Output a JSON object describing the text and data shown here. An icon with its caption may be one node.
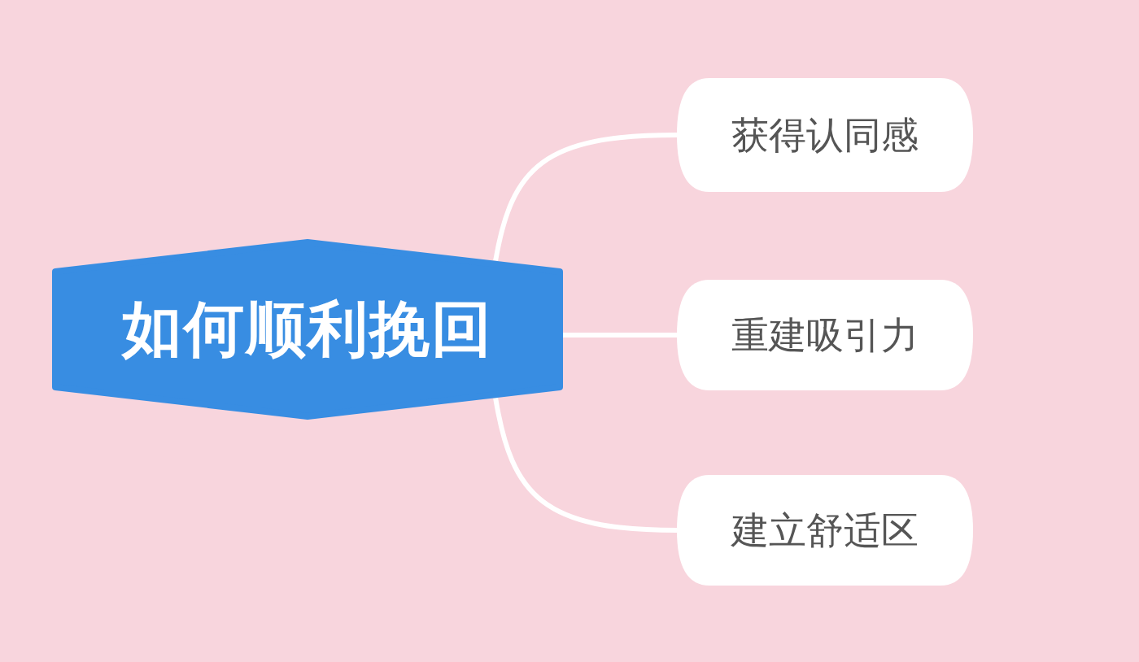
{
  "diagram": {
    "nodes": [
      {
        "text": [
          "如何顺利挽回"
        ]
      },
      {
        "text": [
          "获得认同感"
        ]
      },
      {
        "text": [
          "重建吸引力"
        ]
      },
      {
        "text": [
          "建立舒适区"
        ]
      }
    ],
    "edges": [
      {
        "from": 0,
        "to": 1,
        "arrow": "none"
      },
      {
        "from": 0,
        "to": 2,
        "arrow": "none"
      },
      {
        "from": 0,
        "to": 3,
        "arrow": "none"
      }
    ]
  }
}
